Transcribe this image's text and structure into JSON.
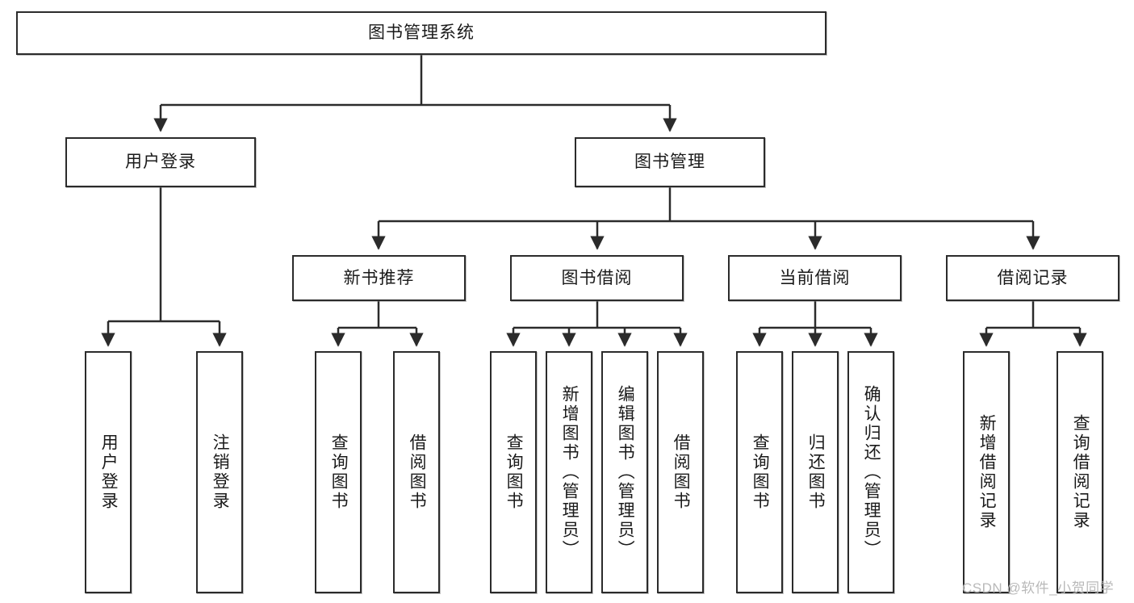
{
  "diagram": {
    "title": "图书管理系统",
    "root": {
      "label": "图书管理系统"
    },
    "level2": [
      {
        "label": "用户登录"
      },
      {
        "label": "图书管理"
      }
    ],
    "level3": [
      {
        "label": "新书推荐"
      },
      {
        "label": "图书借阅"
      },
      {
        "label": "当前借阅"
      },
      {
        "label": "借阅记录"
      }
    ],
    "leaves": {
      "user_login": [
        {
          "label": "用户登录"
        },
        {
          "label": "注销登录"
        }
      ],
      "new_book_recommend": [
        {
          "label": "查询图书"
        },
        {
          "label": "借阅图书"
        }
      ],
      "book_borrow": [
        {
          "label": "查询图书"
        },
        {
          "label": "新增图书（管理员）"
        },
        {
          "label": "编辑图书（管理员）"
        },
        {
          "label": "借阅图书"
        }
      ],
      "current_borrow": [
        {
          "label": "查询图书"
        },
        {
          "label": "归还图书"
        },
        {
          "label": "确认归还（管理员）"
        }
      ],
      "borrow_record": [
        {
          "label": "新增借阅记录"
        },
        {
          "label": "查询借阅记录"
        }
      ]
    }
  },
  "watermark": {
    "text": "CSDN @软件_小贺同学"
  },
  "colors": {
    "stroke": "#2b2b2b",
    "box_fill": "#ffffff",
    "text": "#1a1a1a",
    "watermark": "#b9b9b9",
    "background": "#ffffff"
  }
}
